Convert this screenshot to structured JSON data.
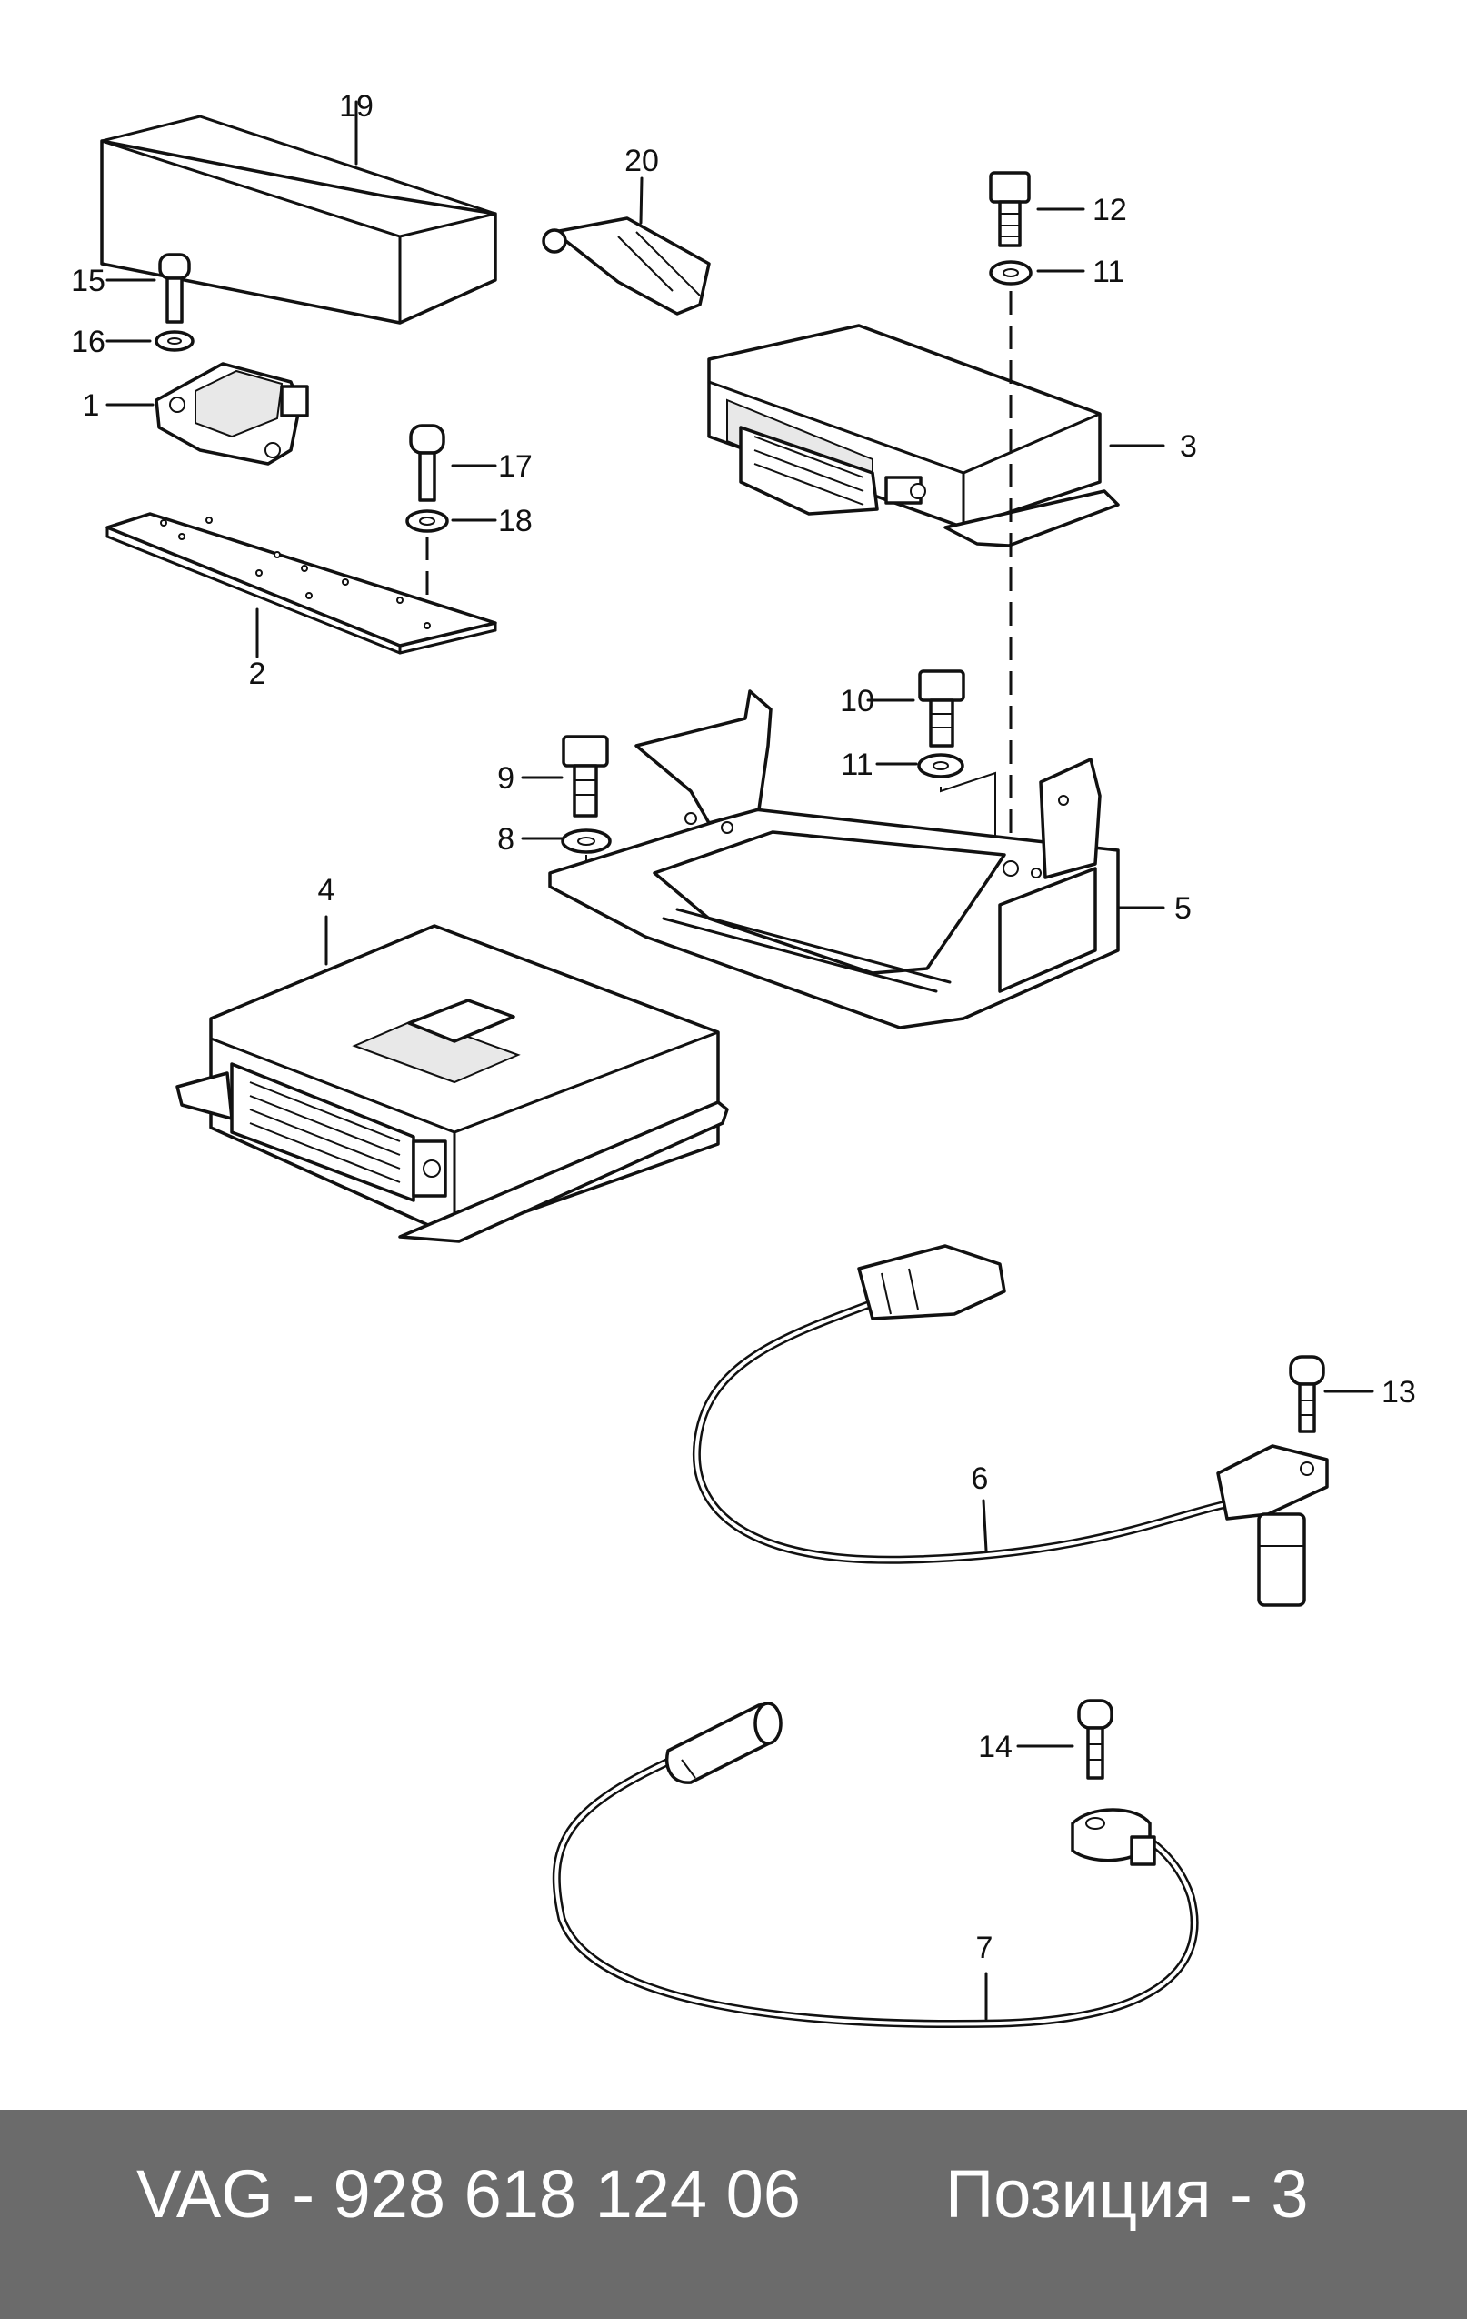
{
  "callouts": [
    "1",
    "2",
    "3",
    "4",
    "5",
    "6",
    "7",
    "8",
    "9",
    "10",
    "11",
    "11",
    "12",
    "13",
    "14",
    "15",
    "16",
    "17",
    "18",
    "19",
    "20"
  ],
  "footer": {
    "part_number": "VAG - 928 618 124 06",
    "position": "Позиция - 3"
  },
  "colors": {
    "footer_bg": "#6b6b6b",
    "footer_text": "#ffffff",
    "line": "#111111"
  }
}
